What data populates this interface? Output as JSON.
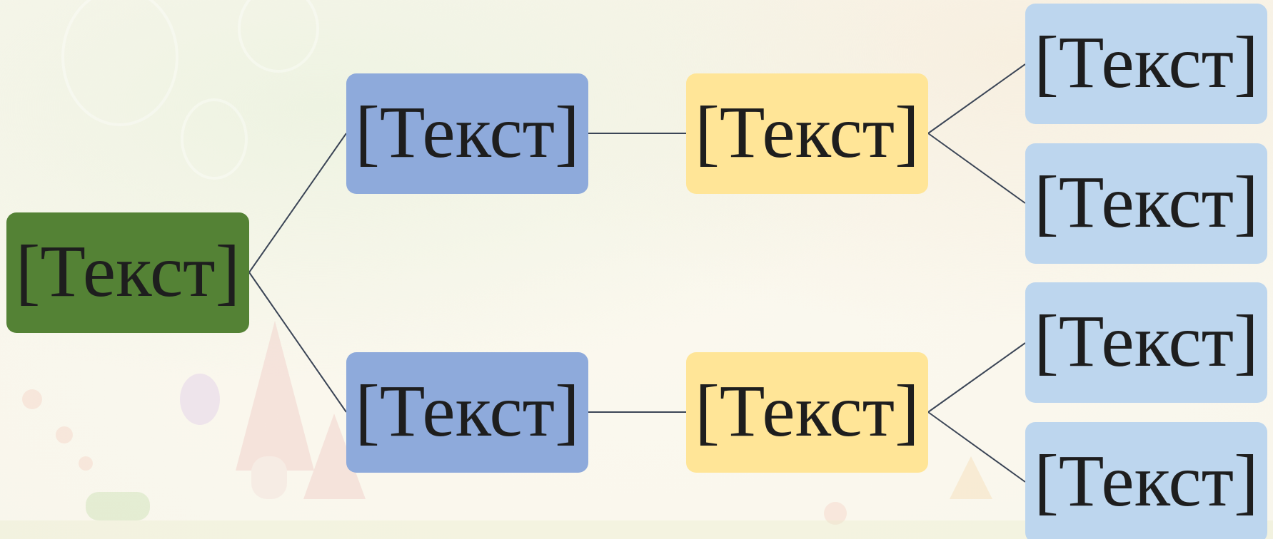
{
  "colors": {
    "root": "#548235",
    "level1": "#8eaadb",
    "level2": "#ffe597",
    "level3": "#bdd6ee",
    "connector": "#3b4556",
    "text": "#1e1e1e"
  },
  "diagram": {
    "root": {
      "label": "[Текст]"
    },
    "branches": [
      {
        "label": "[Текст]",
        "child": {
          "label": "[Текст]",
          "leaves": [
            {
              "label": "[Текст]"
            },
            {
              "label": "[Текст]"
            }
          ]
        }
      },
      {
        "label": "[Текст]",
        "child": {
          "label": "[Текст]",
          "leaves": [
            {
              "label": "[Текст]"
            },
            {
              "label": "[Текст]"
            }
          ]
        }
      }
    ]
  }
}
